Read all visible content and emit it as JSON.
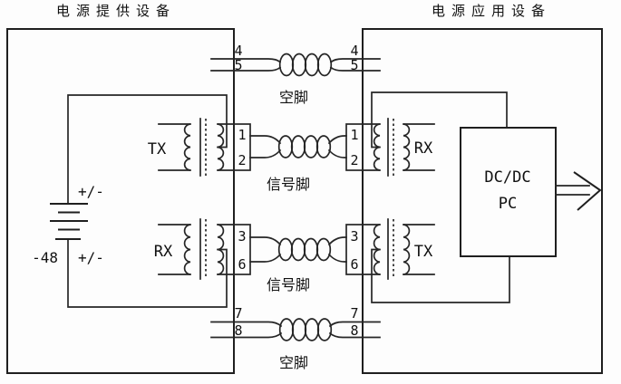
{
  "colors": {
    "line": "#262626",
    "background": "#fdfdfd"
  },
  "devices": {
    "left": {
      "title": "电源提供设备"
    },
    "right": {
      "title": "电源应用设备"
    }
  },
  "battery": {
    "top_polarity": "+/-",
    "voltage_label": "-48",
    "bottom_polarity": "+/-"
  },
  "transformers": {
    "pse_tx": "TX",
    "pse_rx": "RX",
    "pd_rx": "RX",
    "pd_tx": "TX"
  },
  "converter": {
    "line1": "DC/DC",
    "line2": "PC"
  },
  "pairs": {
    "spare_top": {
      "label": "空脚",
      "pse_pins": [
        "4",
        "5"
      ],
      "pd_pins": [
        "4",
        "5"
      ]
    },
    "signal_top": {
      "label": "信号脚",
      "pse_pins": [
        "1",
        "2"
      ],
      "pd_pins": [
        "1",
        "2"
      ]
    },
    "signal_bottom": {
      "label": "信号脚",
      "pse_pins": [
        "3",
        "6"
      ],
      "pd_pins": [
        "3",
        "6"
      ]
    },
    "spare_bottom": {
      "label": "空脚",
      "pse_pins": [
        "7",
        "8"
      ],
      "pd_pins": [
        "7",
        "8"
      ]
    }
  }
}
